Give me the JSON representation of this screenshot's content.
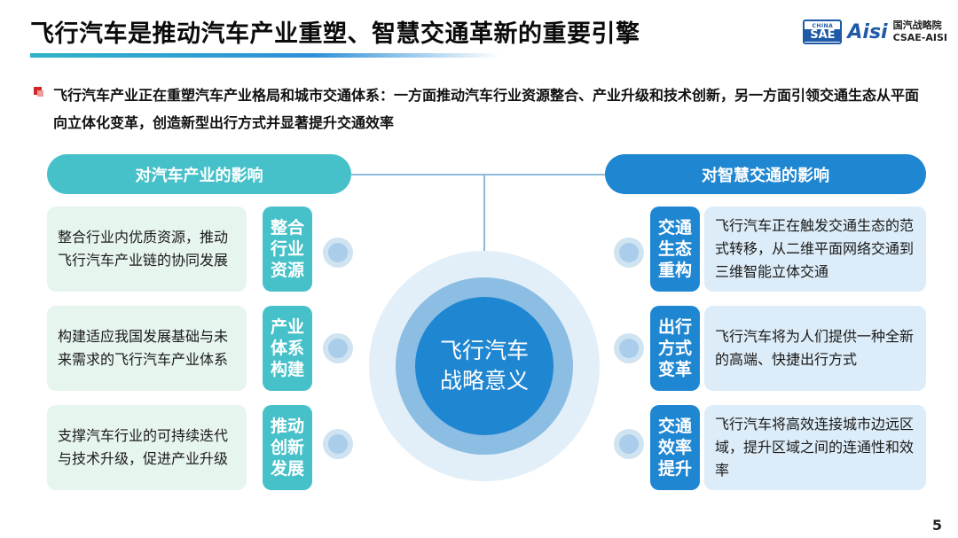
{
  "title": "飞行汽车是推动汽车产业重塑、智慧交通革新的重要引擎",
  "logo": {
    "box_small": "CHINA",
    "box_big": "SAE",
    "aisi": "Aisi",
    "cn": "国汽战略院",
    "en": "CSAE-AISI"
  },
  "bullet": "飞行汽车产业正在重塑汽车产业格局和城市交通体系：一方面推动汽车行业资源整合、产业升级和技术创新，另一方面引领交通生态从平面向立体化变革，创造新型出行方式并显著提升交通效率",
  "left": {
    "header": "对汽车产业的影响",
    "items": [
      {
        "tag": "整合行业资源",
        "text": "整合行业内优质资源，推动飞行汽车产业链的协同发展"
      },
      {
        "tag": "产业体系构建",
        "text": "构建适应我国发展基础与未来需求的飞行汽车产业体系"
      },
      {
        "tag": "推动创新发展",
        "text": "支撑汽车行业的可持续迭代与技术升级，促进产业升级"
      }
    ]
  },
  "right": {
    "header": "对智慧交通的影响",
    "items": [
      {
        "tag": "交通生态重构",
        "text": "飞行汽车正在触发交通生态的范式转移，从二维平面网络交通到三维智能立体交通"
      },
      {
        "tag": "出行方式变革",
        "text": "飞行汽车将为人们提供一种全新的高端、快捷出行方式"
      },
      {
        "tag": "交通效率提升",
        "text": "飞行汽车将高效连接城市边远区域，提升区域之间的连通性和效率"
      }
    ]
  },
  "center": "飞行汽车战略意义",
  "page_number": "5",
  "colors": {
    "teal": "#47c1c9",
    "blue": "#1f86d2",
    "accent_red": "#d32626"
  }
}
